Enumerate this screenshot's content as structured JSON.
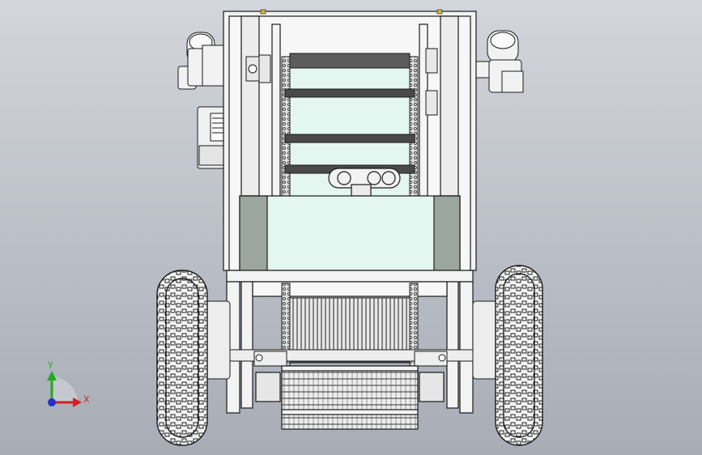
{
  "viewport": {
    "background_top": "#d3d6dc",
    "background_bottom": "#a8acb5"
  },
  "model": {
    "subject": "machine-top-view",
    "panel_color": "#e3f6f0",
    "side_panel_color": "#9aa69f",
    "line_color": "#1a1a1a",
    "body_color": "#f2f2f2"
  },
  "triad": {
    "x_label": "X",
    "y_label": "Y",
    "x_color": "#d42020",
    "y_color": "#22aa22",
    "z_color": "#2030c8"
  }
}
